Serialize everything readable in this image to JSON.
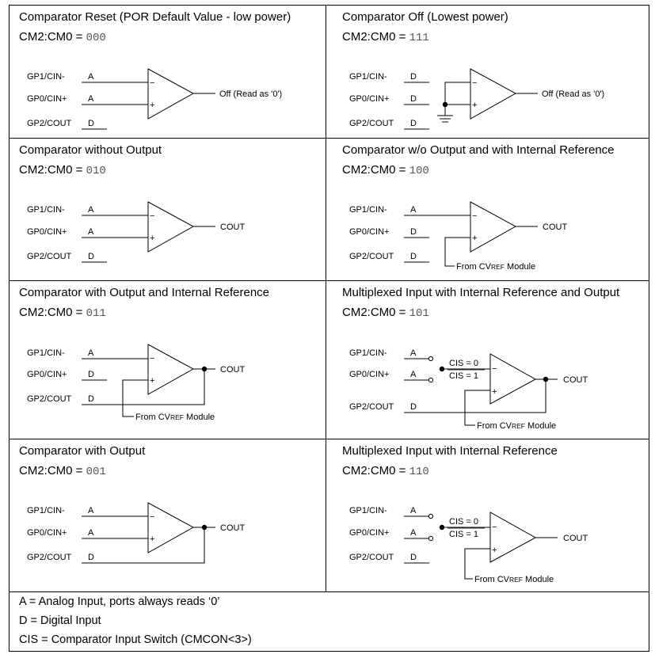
{
  "labels": {
    "mode_prefix": "CM2:CM0 = ",
    "gp1": "GP1/CIN-",
    "gp0": "GP0/CIN+",
    "gp2": "GP2/COUT",
    "minus": "−",
    "plus": "+",
    "cout": "COUT",
    "off_read": "Off (Read as '0')",
    "from_cvref": "From CV",
    "from_cvref_small": "REF",
    "from_cvref_tail": " Module",
    "cis0": "CIS = 0",
    "cis1": "CIS = 1"
  },
  "panels": [
    {
      "title": "Comparator Reset (POR Default Value - low power)",
      "mode": "000",
      "gp1": "A",
      "gp0": "A",
      "gp2": "D"
    },
    {
      "title": "Comparator Off (Lowest power)",
      "mode": "111",
      "gp1": "D",
      "gp0": "D",
      "gp2": "D"
    },
    {
      "title": "Comparator without Output",
      "mode": "010",
      "gp1": "A",
      "gp0": "A",
      "gp2": "D"
    },
    {
      "title": "Comparator w/o Output and with Internal Reference",
      "mode": "100",
      "gp1": "A",
      "gp0": "D",
      "gp2": "D"
    },
    {
      "title": "Comparator with Output and Internal Reference",
      "mode": "011",
      "gp1": "A",
      "gp0": "D",
      "gp2": "D"
    },
    {
      "title": "Multiplexed Input with Internal Reference and Output",
      "mode": "101",
      "gp1": "A",
      "gp0": "A",
      "gp2": "D"
    },
    {
      "title": "Comparator with Output",
      "mode": "001",
      "gp1": "A",
      "gp0": "A",
      "gp2": "D"
    },
    {
      "title": "Multiplexed Input with Internal Reference",
      "mode": "110",
      "gp1": "A",
      "gp0": "A",
      "gp2": "D"
    }
  ],
  "legend": [
    "A = Analog Input, ports always reads ‘0’",
    "D = Digital Input",
    "CIS = Comparator Input Switch (CMCON<3>)"
  ]
}
